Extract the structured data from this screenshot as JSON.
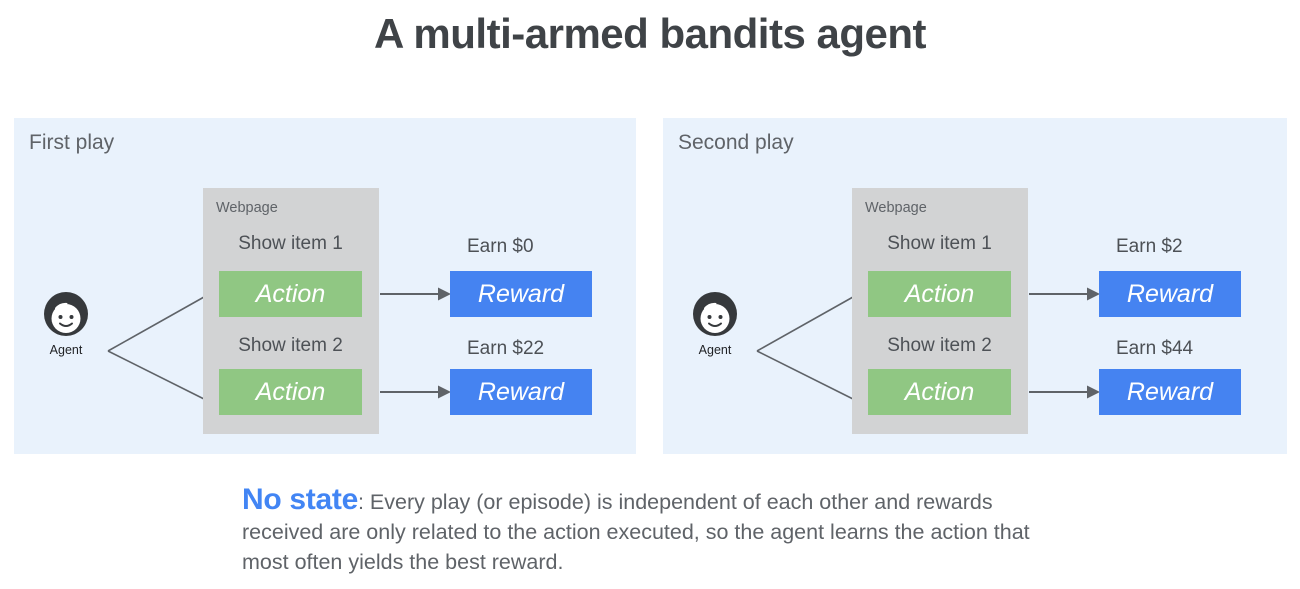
{
  "title": "A multi-armed bandits agent",
  "panels": [
    {
      "label": "First play",
      "agent_label": "Agent",
      "webpage_label": "Webpage",
      "rows": [
        {
          "item_label": "Show item 1",
          "action_label": "Action",
          "earn_label": "Earn $0",
          "reward_label": "Reward"
        },
        {
          "item_label": "Show item 2",
          "action_label": "Action",
          "earn_label": "Earn $22",
          "reward_label": "Reward"
        }
      ]
    },
    {
      "label": "Second play",
      "agent_label": "Agent",
      "webpage_label": "Webpage",
      "rows": [
        {
          "item_label": "Show item 1",
          "action_label": "Action",
          "earn_label": "Earn $2",
          "reward_label": "Reward"
        },
        {
          "item_label": "Show item 2",
          "action_label": "Action",
          "earn_label": "Earn $44",
          "reward_label": "Reward"
        }
      ]
    }
  ],
  "caption": {
    "highlight": "No state",
    "line1_rest": ": Every play (or episode) is independent of each other and rewards",
    "line2": "received are only related to the action executed, so the agent learns the action that",
    "line3": "most often yields the best reward."
  },
  "colors": {
    "panel_bg": "#e9f2fc",
    "webpage_bg": "#d2d3d4",
    "action_green": "#90c783",
    "reward_blue": "#4583f1",
    "accent_blue": "#4285f4",
    "text_gray": "#5f6368",
    "text_dark": "#3f4347",
    "line_gray": "#5f6368"
  }
}
